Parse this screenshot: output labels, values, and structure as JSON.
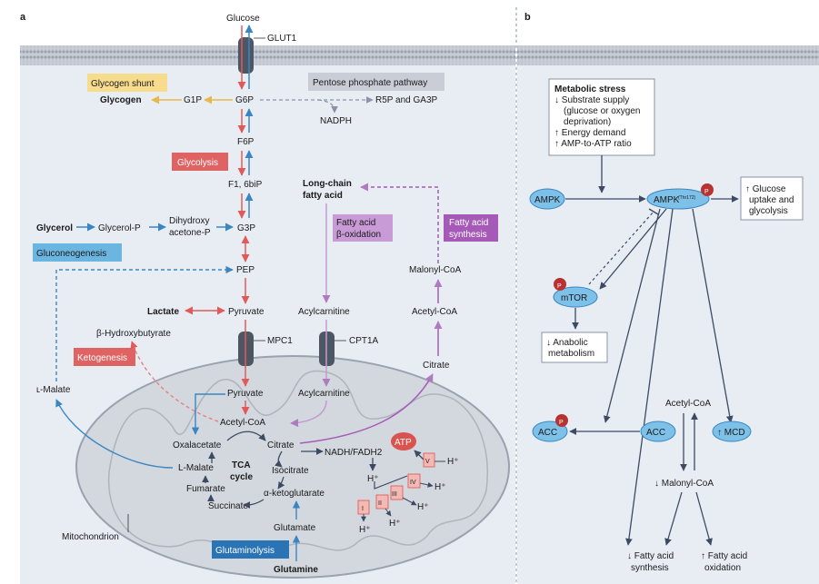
{
  "panel_a": {
    "label": "a",
    "glucose": "Glucose",
    "glut1": "GLUT1",
    "glycogen_shunt": "Glycogen shunt",
    "glycogen": "Glycogen",
    "g1p": "G1P",
    "g6p": "G6P",
    "ppp": "Pentose phosphate pathway",
    "r5p": "R5P and GA3P",
    "nadph": "NADPH",
    "f6p": "F6P",
    "glycolysis": "Glycolysis",
    "f16bip": "F1, 6biP",
    "glycerol": "Glycerol",
    "glycerol_p": "Glycerol-P",
    "dhap_1": "Dihydroxy",
    "dhap_2": "acetone-P",
    "g3p": "G3P",
    "gluconeogenesis": "Gluconeogenesis",
    "pep": "PEP",
    "lactate": "Lactate",
    "pyruvate": "Pyruvate",
    "bhb": "β-Hydroxybutyrate",
    "ketogenesis": "Ketogenesis",
    "mpc1": "MPC1",
    "lcfa_1": "Long-chain",
    "lcfa_2": "fatty acid",
    "fao_1": "Fatty acid",
    "fao_2": "β-oxidation",
    "fas_1": "Fatty acid",
    "fas_2": "synthesis",
    "malonyl_coa": "Malonyl-CoA",
    "acetyl_coa": "Acetyl-CoA",
    "acylcarnitine": "Acylcarnitine",
    "cpt1a": "CPT1A",
    "citrate": "Citrate",
    "l_malate_out": "ʟ-Malate",
    "mito_pyruvate": "Pyruvate",
    "mito_acylcarnitine": "Acylcarnitine",
    "mito_acetyl_coa": "Acetyl-CoA",
    "oxaloacetate": "Oxalacetate",
    "mito_citrate": "Citrate",
    "tca_1": "TCA",
    "tca_2": "cycle",
    "l_malate": "L-Malate",
    "isocitrate": "Isocitrate",
    "fumarate": "Fumarate",
    "akg": "α-ketoglutarate",
    "succinate": "Succinate",
    "nadh": "NADH/FADH2",
    "atp": "ATP",
    "h": "H⁺",
    "complex_1": "I",
    "complex_2": "II",
    "complex_3": "III",
    "complex_4": "IV",
    "complex_5": "V",
    "mito_glutamate": "Glutamate",
    "mitochondrion": "Mitochondrion",
    "glutaminolysis": "Glutaminolysis",
    "glutamine": "Glutamine"
  },
  "panel_b": {
    "label": "b",
    "stress_title": "Metabolic stress",
    "stress_l1": "↓ Substrate supply",
    "stress_l2": "(glucose or oxygen",
    "stress_l3": "deprivation)",
    "stress_l4": "↑ Energy demand",
    "stress_l5": "↑ AMP-to-ATP ratio",
    "ampk": "AMPK",
    "ampk_p": "AMPK",
    "ampk_site": "(Thr172)",
    "p": "P",
    "glucose_out_1": "↑ Glucose",
    "glucose_out_2": "uptake and",
    "glucose_out_3": "glycolysis",
    "mtor": "mTOR",
    "anabolic_1": "↓ Anabolic",
    "anabolic_2": "metabolism",
    "acetyl_coa": "Acetyl-CoA",
    "acc_p": "ACC",
    "acc": "ACC",
    "mcd": "↑ MCD",
    "malonyl": "↓ Malonyl-CoA",
    "fas_1": "↓ Fatty acid",
    "fas_2": "synthesis",
    "fao_1": "↑ Fatty acid",
    "fao_2": "oxidation"
  },
  "colors": {
    "red": "#e05a5a",
    "blue": "#3a86c2",
    "purple": "#b07ac0",
    "mito_fill": "#d3d7de",
    "cell_bg": "#e8edf4",
    "ampk_node": "#7dc0e8",
    "phospho": "#b83232"
  }
}
